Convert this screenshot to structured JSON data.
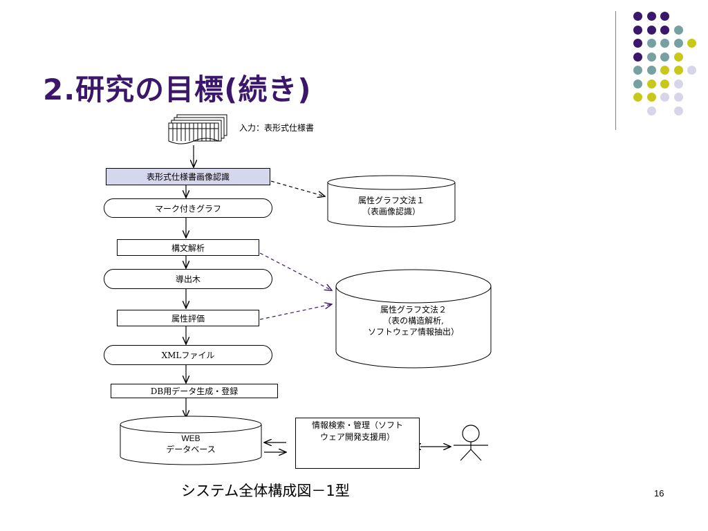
{
  "slide": {
    "title": "2.研究の目標(続き)",
    "caption": "システム全体構成図－1型",
    "page_number": "16"
  },
  "decoration": {
    "colors": {
      "purple": "#3b176b",
      "teal": "#77a0a0",
      "yellow": "#c8c81a",
      "lavender": "#d6d6e8"
    }
  },
  "flow": {
    "input_label": "入力：表形式仕様書",
    "step_image_recognition": "表形式仕様書画像認識",
    "step_marked_graph": "マーク付きグラフ",
    "step_syntax_analysis": "構文解析",
    "step_derivation_tree": "導出木",
    "step_attribute_eval": "属性評価",
    "step_xml_file": "XMLファイル",
    "step_db_generation": "DB用データ生成・登録",
    "db_line1": "WEB",
    "db_line2": "データベース",
    "grammar1_line1": "属性グラフ文法１",
    "grammar1_line2": "（表画像認識）",
    "grammar2_line1": "属性グラフ文法２",
    "grammar2_line2": "（表の構造解析,",
    "grammar2_line3": "ソフトウェア情報抽出）",
    "search_line1": "情報検索・管理（ソフト",
    "search_line2": "ウェア開発支援用）"
  }
}
